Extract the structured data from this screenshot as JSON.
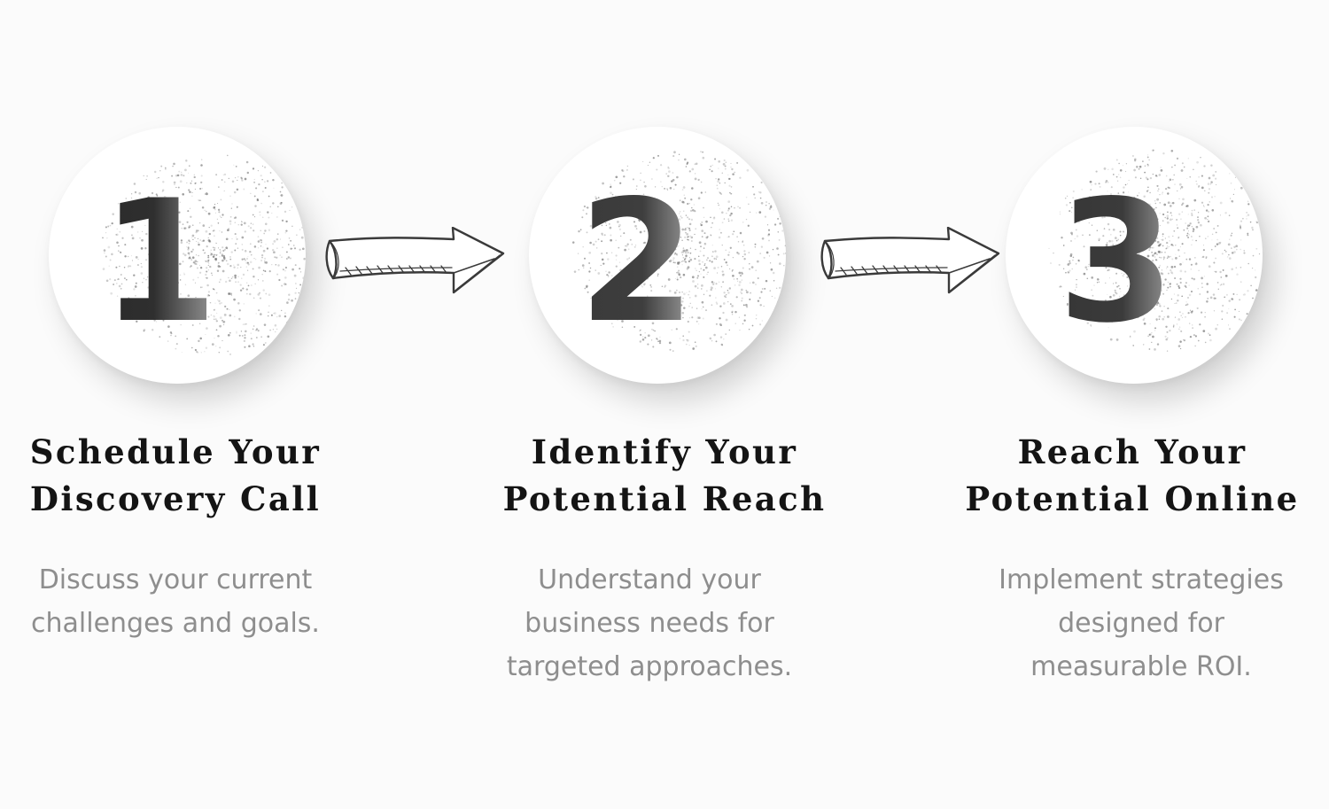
{
  "steps": [
    {
      "number": "1",
      "title_lines": [
        "Schedule Your",
        "Discovery Call"
      ],
      "desc_lines": [
        "Discuss your current",
        "challenges and goals."
      ]
    },
    {
      "number": "2",
      "title_lines": [
        "Identify Your",
        "Potential Reach"
      ],
      "desc_lines": [
        "Understand your",
        "business needs for",
        "targeted approaches."
      ]
    },
    {
      "number": "3",
      "title_lines": [
        "Reach Your",
        "Potential Online"
      ],
      "desc_lines": [
        "Implement strategies",
        "designed for",
        "measurable ROI."
      ]
    }
  ],
  "colors": {
    "title": "#141414",
    "description": "#8e8e8e",
    "digit": "#2b2b2b",
    "arrow_stroke": "#3a3a3a"
  },
  "icons": [
    "sketch-arrow-right-icon",
    "stippled-number-icon"
  ]
}
